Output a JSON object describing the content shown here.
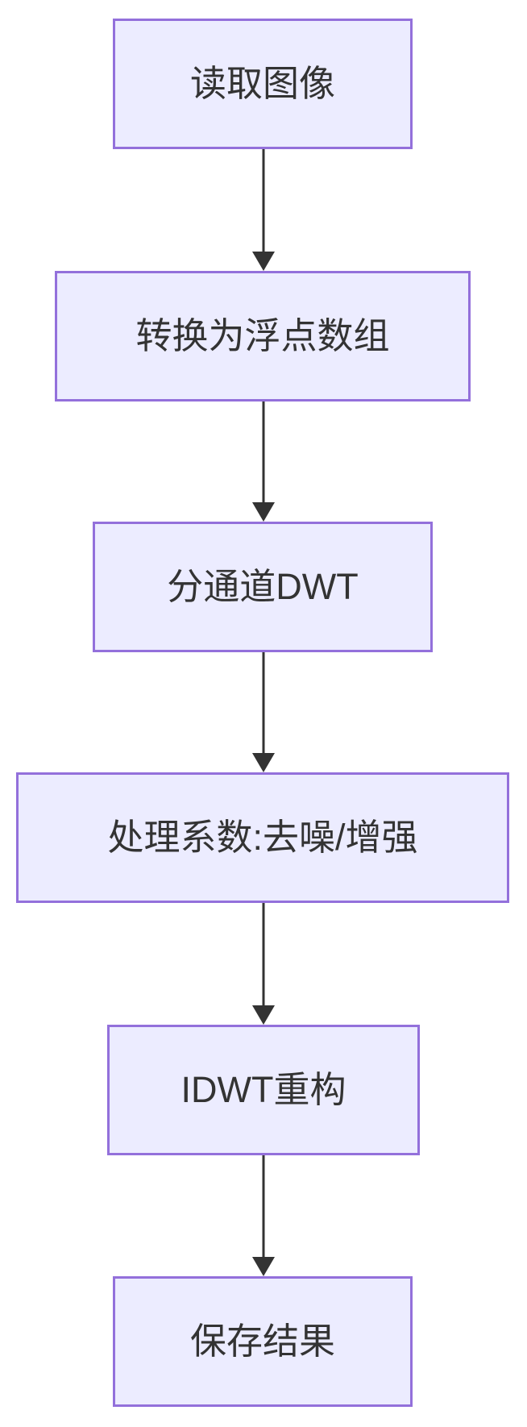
{
  "diagram": {
    "type": "flowchart",
    "direction": "top-down",
    "nodes": [
      {
        "label": "读取图像"
      },
      {
        "label": "转换为浮点数组"
      },
      {
        "label": "分通道DWT"
      },
      {
        "label": "处理系数:去噪/增强"
      },
      {
        "label": "IDWT重构"
      },
      {
        "label": "保存结果"
      }
    ],
    "edges": [
      {
        "from": 0,
        "to": 1,
        "style": "arrow-down"
      },
      {
        "from": 1,
        "to": 2,
        "style": "arrow-down"
      },
      {
        "from": 2,
        "to": 3,
        "style": "arrow-down"
      },
      {
        "from": 3,
        "to": 4,
        "style": "arrow-down"
      },
      {
        "from": 4,
        "to": 5,
        "style": "arrow-down"
      }
    ],
    "colors": {
      "node_fill": "#ECECFF",
      "node_border": "#9370DB",
      "text": "#333333",
      "arrow": "#333333",
      "background": "#FFFFFF"
    }
  }
}
